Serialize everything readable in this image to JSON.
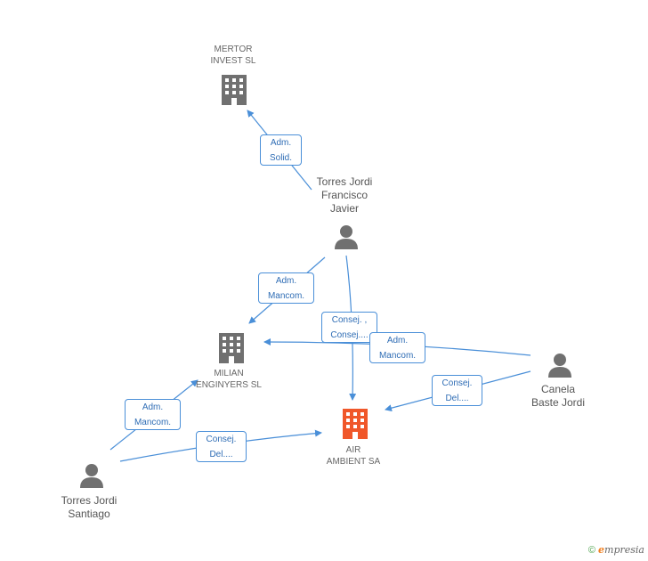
{
  "nodes": {
    "mertor": {
      "label_line1": "MERTOR",
      "label_line2": "INVEST SL",
      "type": "company"
    },
    "milian": {
      "label_line1": "MILIAN",
      "label_line2": "ENGINYERS SL",
      "type": "company"
    },
    "air": {
      "label_line1": "AIR",
      "label_line2": "AMBIENT SA",
      "type": "company",
      "highlight": true
    },
    "torres_fj": {
      "label_line1": "Torres Jordi",
      "label_line2": "Francisco",
      "label_line3": "Javier",
      "type": "person"
    },
    "canela": {
      "label_line1": "Canela",
      "label_line2": "Baste Jordi",
      "type": "person"
    },
    "torres_s": {
      "label_line1": "Torres Jordi",
      "label_line2": "Santiago",
      "type": "person"
    }
  },
  "edges": {
    "e1": {
      "line1": "Adm.",
      "line2": "Solid."
    },
    "e2": {
      "line1": "Adm.",
      "line2": "Mancom."
    },
    "e3": {
      "line1": "Consej. ,",
      "line2": "Consej...."
    },
    "e4": {
      "line1": "Adm.",
      "line2": "Mancom."
    },
    "e5": {
      "line1": "Consej.",
      "line2": "Del...."
    },
    "e6": {
      "line1": "Adm.",
      "line2": "Mancom."
    },
    "e7": {
      "line1": "Consej.",
      "line2": "Del...."
    }
  },
  "colors": {
    "edge": "#4a8fd8",
    "company_icon": "#707070",
    "highlight_icon": "#f0572a",
    "person_icon": "#707070"
  },
  "footer": {
    "copyright": "©",
    "brand_initial": "e",
    "brand_rest": "mpresia"
  }
}
